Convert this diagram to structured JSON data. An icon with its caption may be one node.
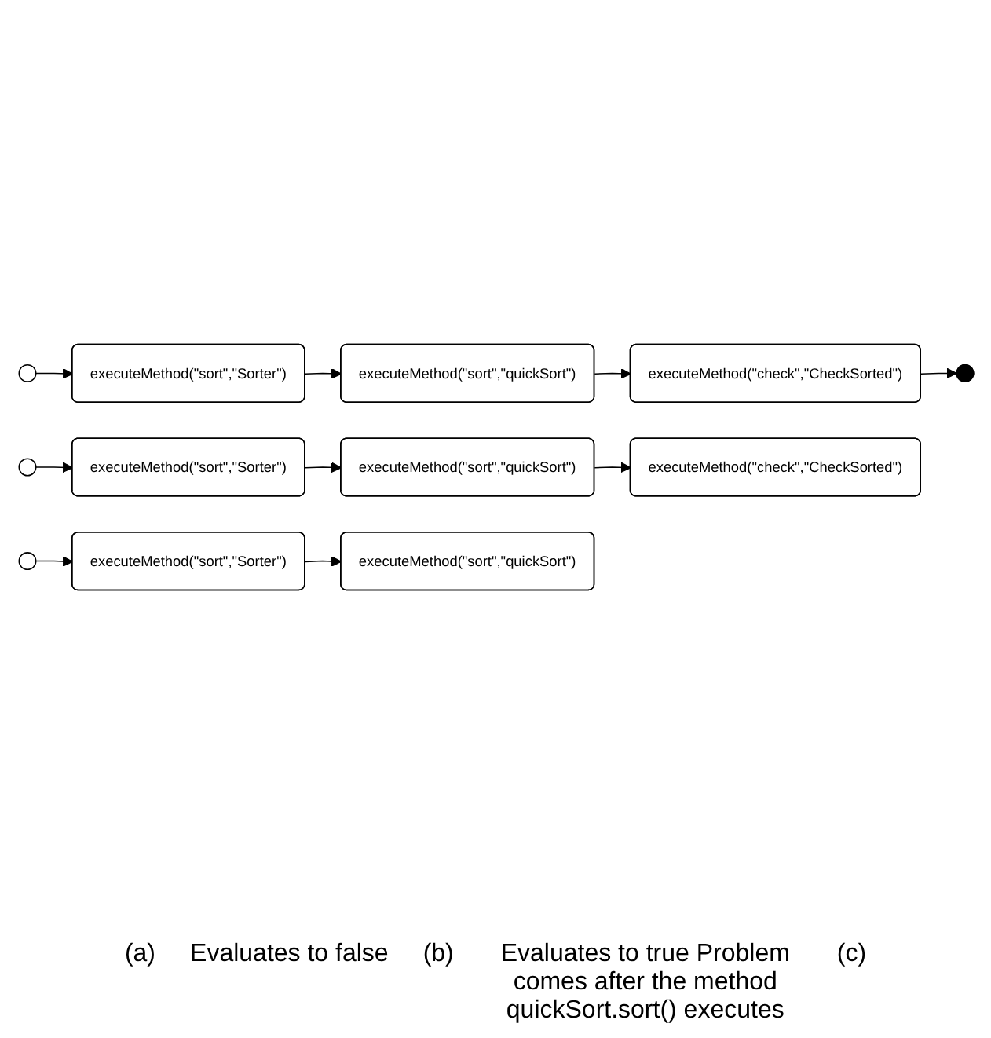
{
  "diagram": {
    "nodes": [
      {
        "text": [],
        "shape": "circle"
      },
      {
        "text": [
          "executeMethod(\"sort\",\"Sorter\")"
        ]
      },
      {
        "text": [
          "executeMethod(\"sort\",\"quickSort\")"
        ]
      },
      {
        "text": [
          "executeMethod(\"check\",\"CheckSorted\")"
        ]
      },
      {
        "text": [],
        "shape": "circle"
      },
      {
        "text": [],
        "shape": "circle"
      },
      {
        "text": [
          "executeMethod(\"sort\",\"Sorter\")"
        ]
      },
      {
        "text": [
          "executeMethod(\"sort\",\"quickSort\")"
        ]
      },
      {
        "text": [
          "executeMethod(\"check\",\"CheckSorted\")"
        ]
      },
      {
        "text": [],
        "shape": "circle"
      },
      {
        "text": [
          "executeMethod(\"sort\",\"Sorter\")"
        ]
      },
      {
        "text": [
          "executeMethod(\"sort\",\"quickSort\")"
        ]
      }
    ],
    "edges": [
      {
        "from": 0,
        "to": 1,
        "arrow": "to"
      },
      {
        "from": 1,
        "to": 2,
        "arrow": "to"
      },
      {
        "from": 2,
        "to": 3,
        "arrow": "to"
      },
      {
        "from": 3,
        "to": 4,
        "arrow": "to"
      },
      {
        "from": 5,
        "to": 6,
        "arrow": "to"
      },
      {
        "from": 6,
        "to": 7,
        "arrow": "to"
      },
      {
        "from": 7,
        "to": 8,
        "arrow": "to"
      },
      {
        "from": 9,
        "to": 10,
        "arrow": "to"
      },
      {
        "from": 10,
        "to": 11,
        "arrow": "to"
      }
    ],
    "labels": [
      "(a)",
      "Evaluates to false",
      "(b)",
      "Evaluates to true Problem comes after the method quickSort.sort() executes",
      "(c)"
    ]
  }
}
